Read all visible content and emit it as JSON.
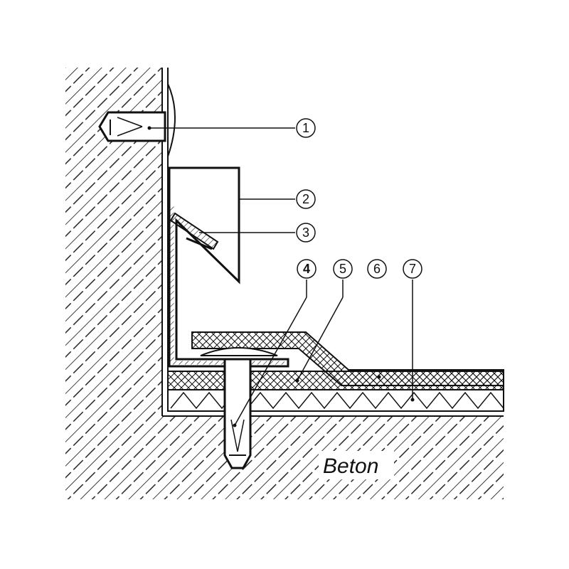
{
  "diagram": {
    "material_label": "Beton",
    "callouts": [
      {
        "id": "1",
        "label": "1"
      },
      {
        "id": "2",
        "label": "2"
      },
      {
        "id": "3",
        "label": "3"
      },
      {
        "id": "4",
        "label": "4"
      },
      {
        "id": "5",
        "label": "5"
      },
      {
        "id": "6",
        "label": "6"
      },
      {
        "id": "7",
        "label": "7"
      }
    ]
  }
}
